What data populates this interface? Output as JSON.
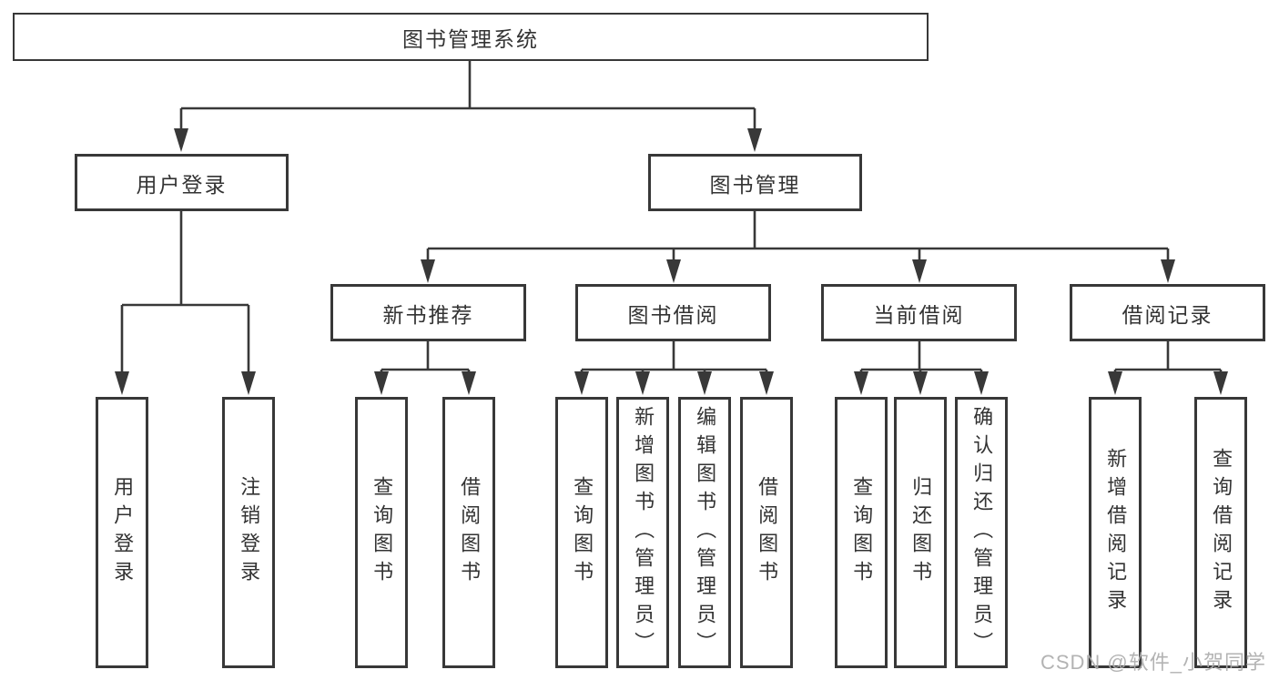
{
  "tree": {
    "root": {
      "label": "图书管理系统"
    },
    "branches": [
      {
        "label": "用户登录",
        "leaves": [
          {
            "label": "用户登录"
          },
          {
            "label": "注销登录"
          }
        ]
      },
      {
        "label": "图书管理",
        "groups": [
          {
            "label": "新书推荐",
            "leaves": [
              {
                "label": "查询图书"
              },
              {
                "label": "借阅图书"
              }
            ]
          },
          {
            "label": "图书借阅",
            "leaves": [
              {
                "label": "查询图书"
              },
              {
                "label": "新增图书（管理员）"
              },
              {
                "label": "编辑图书（管理员）"
              },
              {
                "label": "借阅图书"
              }
            ]
          },
          {
            "label": "当前借阅",
            "leaves": [
              {
                "label": "查询图书"
              },
              {
                "label": "归还图书"
              },
              {
                "label": "确认归还（管理员）"
              }
            ]
          },
          {
            "label": "借阅记录",
            "leaves": [
              {
                "label": "新增借阅记录"
              },
              {
                "label": "查询借阅记录"
              }
            ]
          }
        ]
      }
    ]
  },
  "watermark": {
    "text": "CSDN @软件_小贺同学"
  },
  "colors": {
    "line": "#383838",
    "text": "#333333",
    "watermark": "#acacac",
    "background": "#ffffff"
  }
}
